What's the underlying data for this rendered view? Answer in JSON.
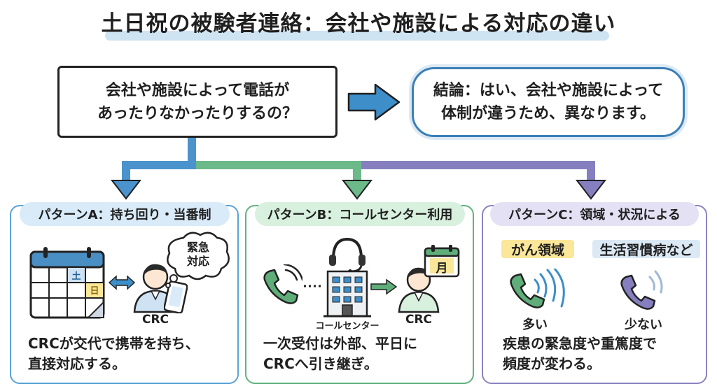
{
  "title": "土日祝の被験者連絡：会社や施設による対応の違い",
  "question": {
    "line1": "会社や施設によって電話が",
    "line2": "あったりなかったりするの？"
  },
  "conclusion": {
    "line1": "結論：はい、会社や施設によって",
    "line2": "体制が違うため、異なります。"
  },
  "pattern_a": {
    "title": "パターンA：持ち回り・当番制",
    "calendar_mark_1": "土",
    "calendar_mark_2": "日",
    "bubble": "緊急\n対応",
    "person_label": "CRC",
    "desc_line1": "CRCが交代で携帯を持ち、",
    "desc_line2": "直接対応する。"
  },
  "pattern_b": {
    "title": "パターンB：コールセンター利用",
    "center_label": "コールセンター",
    "calendar_mark": "月",
    "person_label": "CRC",
    "desc_line1": "一次受付は外部、平日に",
    "desc_line2": "CRCへ引き継ぎ。"
  },
  "pattern_c": {
    "title": "パターンC：領域・状況による",
    "tag_1": "がん領域",
    "tag_2": "生活習慣病など",
    "level_1": "多い",
    "level_2": "少ない",
    "desc_line1": "疾患の緊急度や重篤度で",
    "desc_line2": "頻度が変わる。"
  },
  "colors": {
    "blue": "#5aa3d6",
    "green": "#62b27e",
    "purple": "#8b84c2",
    "highlight": "#fbe79a"
  }
}
